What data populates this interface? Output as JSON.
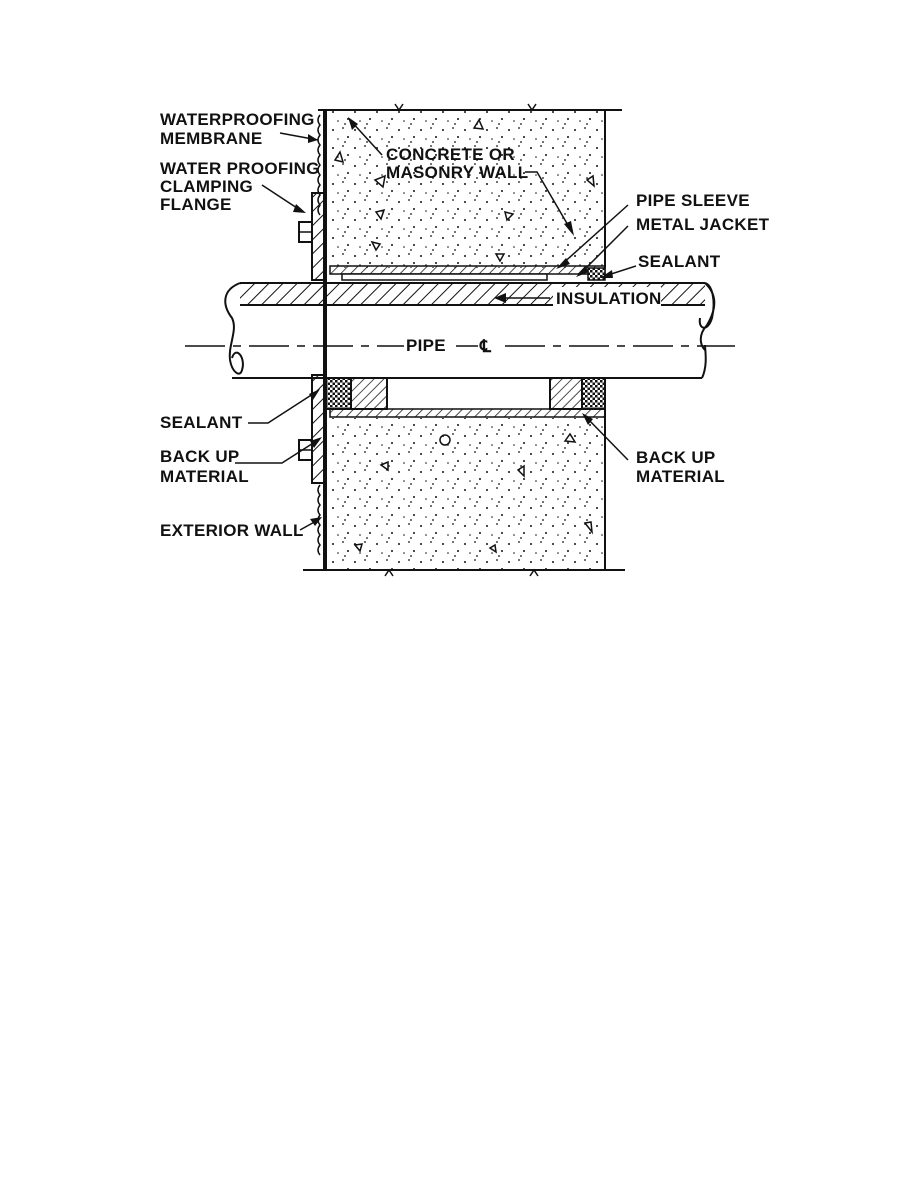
{
  "labels": {
    "waterproofing_membrane": [
      "WATERPROOFING",
      "MEMBRANE"
    ],
    "clamping_flange": [
      "WATER PROOFING",
      "CLAMPING",
      "FLANGE"
    ],
    "concrete_wall": [
      "CONCRETE OR",
      "MASONRY WALL"
    ],
    "pipe_sleeve": "PIPE SLEEVE",
    "metal_jacket": "METAL JACKET",
    "sealant_right": "SEALANT",
    "insulation": "INSULATION",
    "pipe": "PIPE",
    "centerline": "℄",
    "sealant_left": "SEALANT",
    "backup_left": [
      "BACK UP",
      "MATERIAL"
    ],
    "backup_right": [
      "BACK UP",
      "MATERIAL"
    ],
    "exterior_wall": "EXTERIOR WALL"
  },
  "colors": {
    "ink": "#111111",
    "paper": "#ffffff"
  }
}
